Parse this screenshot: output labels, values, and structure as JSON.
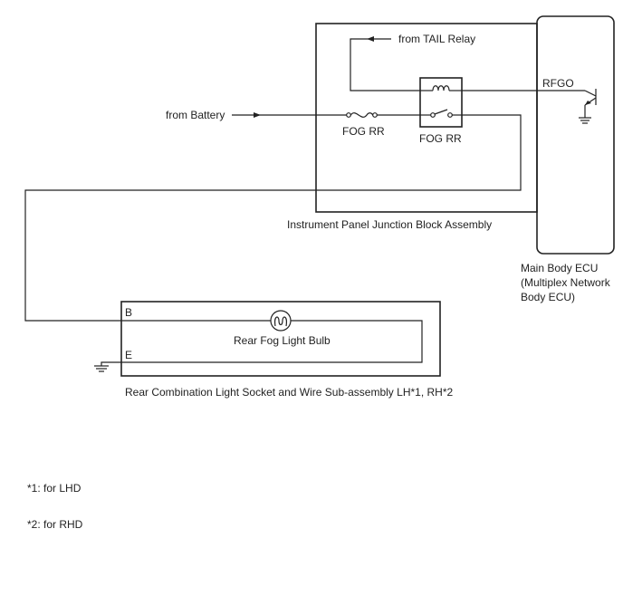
{
  "colors": {
    "line": "#222222",
    "background": "#ffffff"
  },
  "labels": {
    "from_tail_relay": "from TAIL Relay",
    "from_battery": "from Battery",
    "fuse": "FOG RR",
    "relay": "FOG RR",
    "rfgo": "RFGO",
    "junction_block": "Instrument Panel Junction Block Assembly",
    "ecu_line1": "Main Body ECU",
    "ecu_line2": "(Multiplex Network",
    "ecu_line3": "Body ECU)",
    "terminal_b": "B",
    "terminal_e": "E",
    "bulb": "Rear Fog Light Bulb",
    "socket_assembly": "Rear Combination Light Socket and Wire Sub-assembly LH*1, RH*2"
  },
  "notes": [
    {
      "text": "*1: for LHD"
    },
    {
      "text": "*2: for RHD"
    }
  ],
  "icons": {
    "ground": "ground-icon",
    "fuse": "fuse-icon",
    "coil": "relay-coil-icon",
    "switch": "relay-switch-icon",
    "transistor": "transistor-icon",
    "bulb": "bulb-icon",
    "arrow": "arrow-icon"
  }
}
